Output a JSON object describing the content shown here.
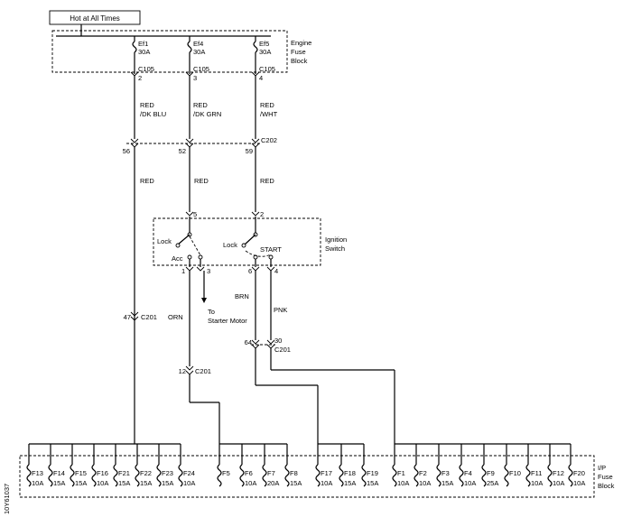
{
  "hot_label": "Hot at All Times",
  "engine_block": {
    "line1": "Engine",
    "line2": "Fuse",
    "line3": "Block"
  },
  "ef_fuses": [
    {
      "name": "Ef1",
      "rating": "30A",
      "connector": "C105",
      "pin": "2",
      "wire1": "RED",
      "wire2": "/DK BLU",
      "c202_pin": "56",
      "color_after": "RED"
    },
    {
      "name": "Ef4",
      "rating": "30A",
      "connector": "C105",
      "pin": "3",
      "wire1": "RED",
      "wire2": "/DK GRN",
      "c202_pin": "52",
      "color_after": "RED"
    },
    {
      "name": "Ef5",
      "rating": "30A",
      "connector": "C105",
      "pin": "4",
      "wire1": "RED",
      "wire2": "/WHT",
      "c202_pin": "59",
      "color_after": "RED"
    }
  ],
  "c202_label": "C202",
  "ignition": {
    "pin_a": "5",
    "pin_b": "2",
    "lock1": "Lock",
    "lock2": "Lock",
    "start": "START",
    "acc": "Acc",
    "label1": "Ignition",
    "label2": "Switch",
    "out_pins": [
      "1",
      "3",
      "6",
      "4"
    ]
  },
  "to_starter": {
    "line1": "To",
    "line2": "Starter Motor"
  },
  "wires": {
    "orn": "ORN",
    "brn": "BRN",
    "pnk": "PNK"
  },
  "c201": {
    "label": "C201",
    "pin_47": "47",
    "pin_12": "12",
    "pin_64": "64",
    "pin_30": "30"
  },
  "ip_block": {
    "line1": "I/P",
    "line2": "Fuse",
    "line3": "Block"
  },
  "ip_fuses": [
    {
      "name": "F13",
      "rating": "10A"
    },
    {
      "name": "F14",
      "rating": "15A"
    },
    {
      "name": "F15",
      "rating": "15A"
    },
    {
      "name": "F16",
      "rating": "10A"
    },
    {
      "name": "F21",
      "rating": "15A"
    },
    {
      "name": "F22",
      "rating": "15A"
    },
    {
      "name": "F23",
      "rating": "15A"
    },
    {
      "name": "F24",
      "rating": "10A"
    },
    {
      "name": "F5",
      "rating": ""
    },
    {
      "name": "F6",
      "rating": "10A"
    },
    {
      "name": "F7",
      "rating": "20A"
    },
    {
      "name": "F8",
      "rating": "15A"
    },
    {
      "name": "F17",
      "rating": "10A"
    },
    {
      "name": "F18",
      "rating": "15A"
    },
    {
      "name": "F19",
      "rating": "15A"
    },
    {
      "name": "F1",
      "rating": "10A"
    },
    {
      "name": "F2",
      "rating": "10A"
    },
    {
      "name": "F3",
      "rating": "15A"
    },
    {
      "name": "F4",
      "rating": "10A"
    },
    {
      "name": "F9",
      "rating": "25A"
    },
    {
      "name": "F10",
      "rating": ""
    },
    {
      "name": "F11",
      "rating": "10A"
    },
    {
      "name": "F12",
      "rating": "10A"
    },
    {
      "name": "F20",
      "rating": "10A"
    }
  ],
  "figure_id": "10Y61037"
}
